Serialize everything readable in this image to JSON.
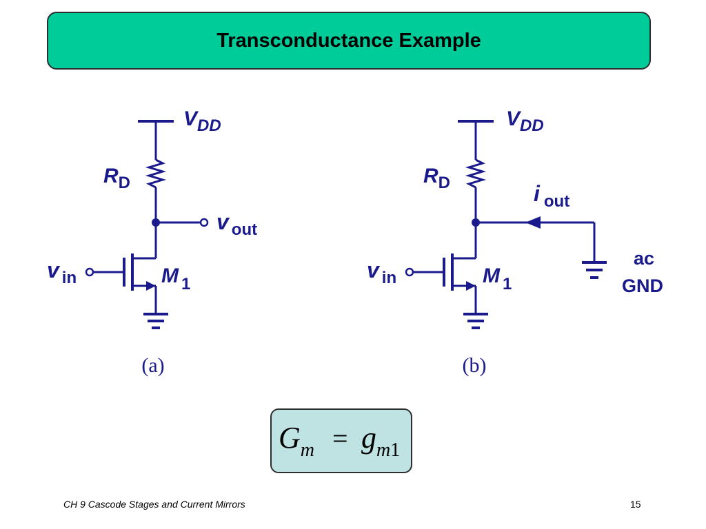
{
  "slide": {
    "title": "Transconductance Example",
    "footer_left": "CH 9  Cascode Stages and Current Mirrors",
    "page_number": "15"
  },
  "circuit_a": {
    "caption": "(a)",
    "supply_main": "V",
    "supply_sub": "DD",
    "resistor_main": "R",
    "resistor_sub": "D",
    "output_main": "v",
    "output_sub": "out",
    "input_main": "v",
    "input_sub": "in",
    "transistor_main": "M",
    "transistor_sub": "1"
  },
  "circuit_b": {
    "caption": "(b)",
    "supply_main": "V",
    "supply_sub": "DD",
    "resistor_main": "R",
    "resistor_sub": "D",
    "current_main": "i",
    "current_sub": "out",
    "ground_line1": "ac",
    "ground_line2": "GND",
    "input_main": "v",
    "input_sub": "in",
    "transistor_main": "M",
    "transistor_sub": "1"
  },
  "formula": {
    "lhs_main": "G",
    "lhs_sub": "m",
    "equals": "=",
    "rhs_main": "g",
    "rhs_sub_var": "m",
    "rhs_sub_num": "1"
  },
  "colors": {
    "title_bg": "#00cc99",
    "formula_bg": "#bfe3e3",
    "circuit": "#1a1a8c"
  }
}
